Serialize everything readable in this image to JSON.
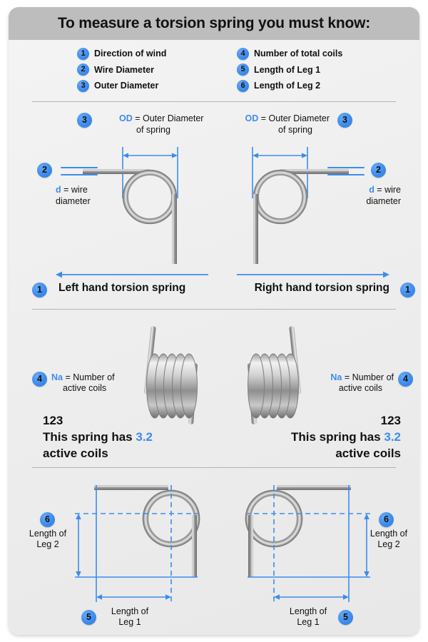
{
  "header": {
    "title": "To measure a torsion spring you must know:"
  },
  "legend": {
    "left": [
      {
        "num": "1",
        "label": "Direction of wind"
      },
      {
        "num": "2",
        "label": "Wire Diameter"
      },
      {
        "num": "3",
        "label": "Outer Diameter"
      }
    ],
    "right": [
      {
        "num": "4",
        "label": "Number of total coils"
      },
      {
        "num": "5",
        "label": "Length of Leg 1"
      },
      {
        "num": "6",
        "label": "Length of Leg 2"
      }
    ]
  },
  "section_od": {
    "badge_od": "3",
    "badge_wire": "2",
    "badge_hand": "1",
    "od_symbol": "OD",
    "od_text_line1": " = Outer Diameter",
    "od_text_line2": "of spring",
    "wire_symbol": "d",
    "wire_text_line1": " = wire",
    "wire_text_line2": "diameter",
    "left_hand_label": "Left hand torsion spring",
    "right_hand_label": "Right hand torsion spring"
  },
  "section_coils": {
    "badge": "4",
    "na_symbol": "Na",
    "na_text_line1": " = Number of",
    "na_text_line2": "active coils",
    "count_line": "123",
    "sentence_prefix": "This spring has ",
    "sentence_value": "3.2",
    "sentence_suffix": "active coils"
  },
  "section_legs": {
    "badge_leg2": "6",
    "badge_leg1": "5",
    "leg2_line1": "Length of",
    "leg2_line2": "Leg 2",
    "leg1_line1": "Length of",
    "leg1_line2": "Leg 1"
  },
  "colors": {
    "accent_blue": "#3d8ced",
    "header_gray": "#bdbdbd",
    "card_bg": "#eeeeee",
    "text_black": "#111111",
    "wire_gray": "#8a8a8a"
  }
}
